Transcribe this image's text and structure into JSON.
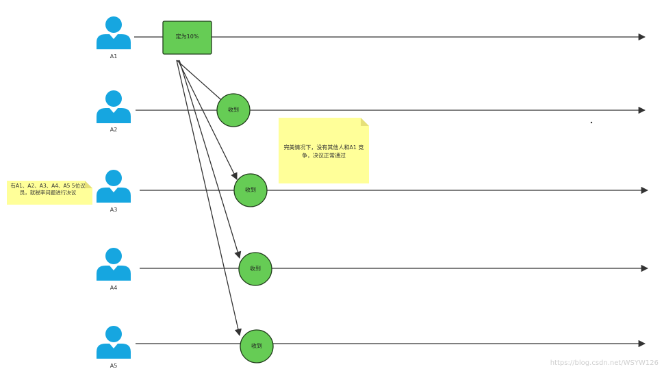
{
  "participants": [
    {
      "id": "A1",
      "label": "A1"
    },
    {
      "id": "A2",
      "label": "A2"
    },
    {
      "id": "A3",
      "label": "A3"
    },
    {
      "id": "A4",
      "label": "A4"
    },
    {
      "id": "A5",
      "label": "A5"
    }
  ],
  "proposal": {
    "label": "定为10%"
  },
  "receipts": [
    {
      "participant": "A2",
      "label": "收到"
    },
    {
      "participant": "A3",
      "label": "收到"
    },
    {
      "participant": "A4",
      "label": "收到"
    },
    {
      "participant": "A5",
      "label": "收到"
    }
  ],
  "notes": {
    "scenario": "有A1、A2、A3、A4、A5 5位议员，就税率问题进行决议",
    "ideal_case": "完美情况下，没有其他人和A1 竞争，决议正常通过"
  },
  "watermark": "https://blog.csdn.net/WSYW126",
  "colors": {
    "person": "#16a6e0",
    "node_fill": "#66cc55",
    "node_stroke": "#1f3a1a",
    "note_fill": "#ffff99",
    "line": "#333333"
  }
}
